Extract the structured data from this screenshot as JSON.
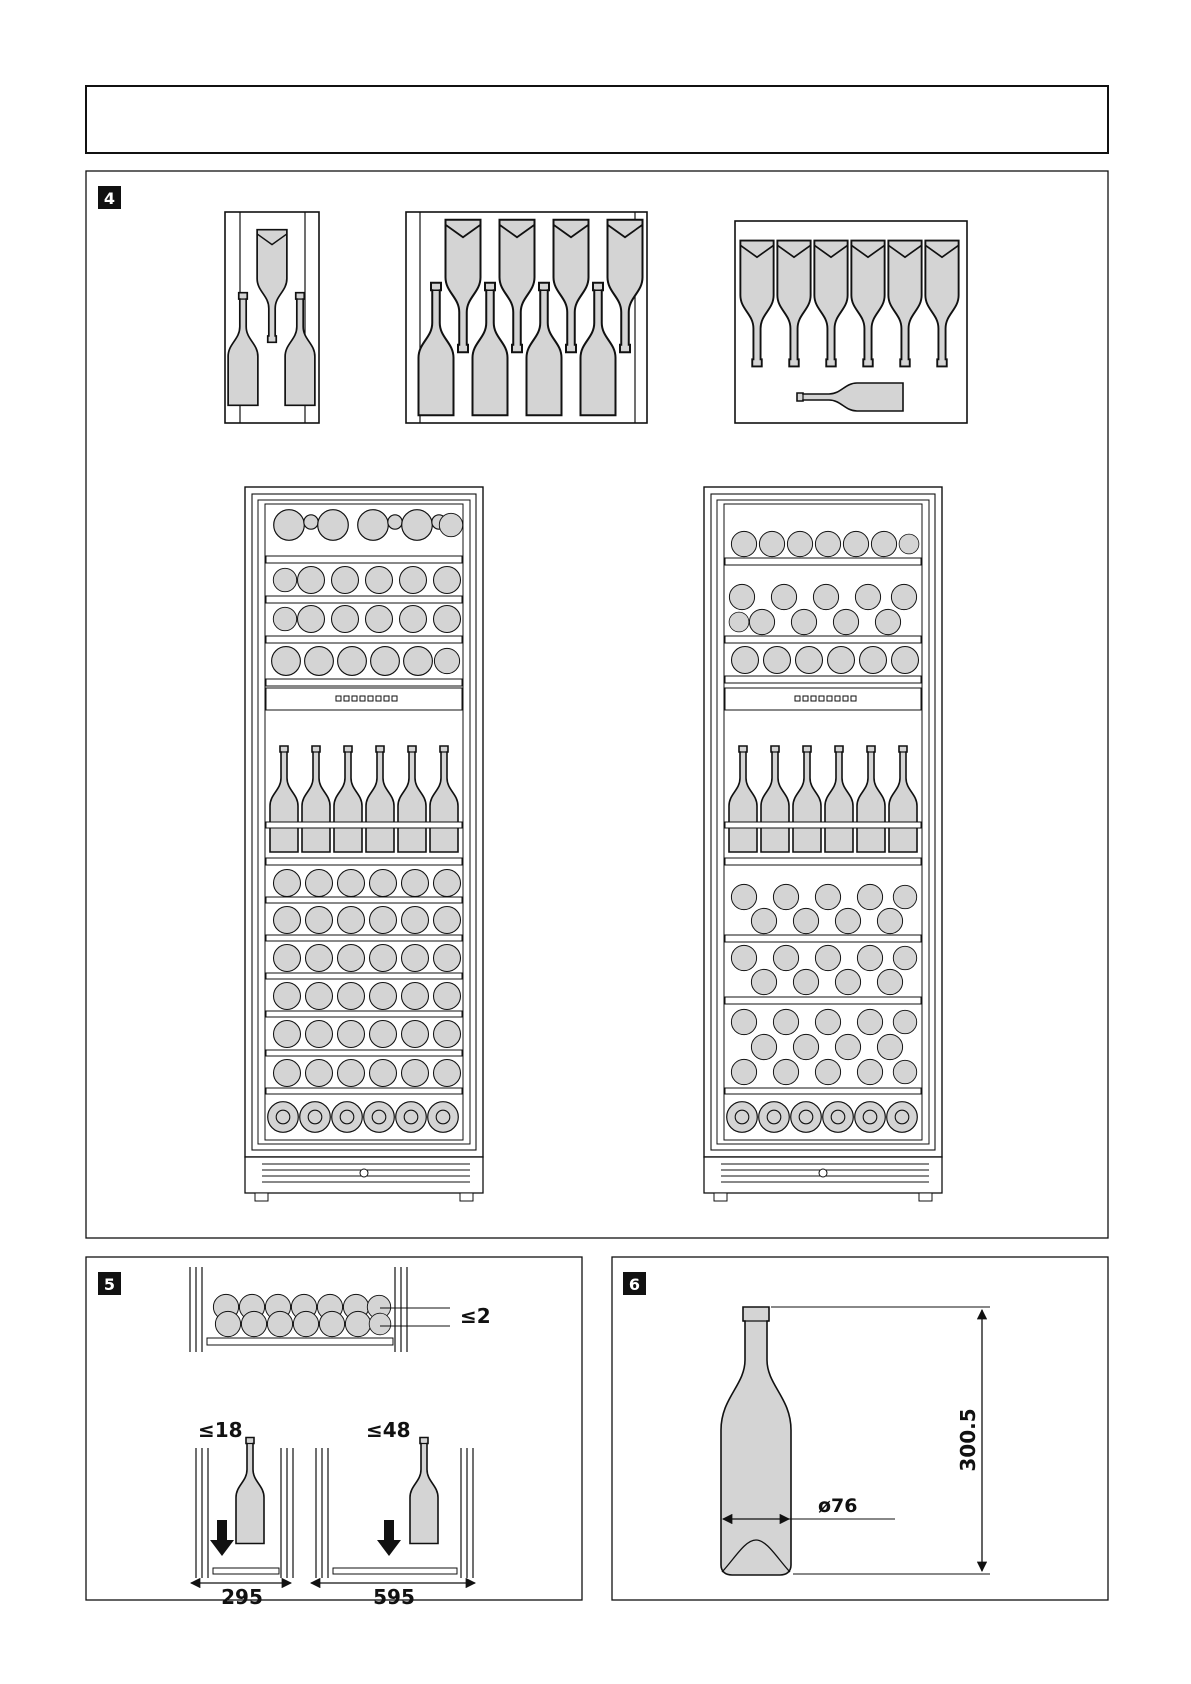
{
  "header": {
    "title": ""
  },
  "panels": {
    "four": {
      "badge": "4"
    },
    "five": {
      "badge": "5",
      "gap_label": "≤2",
      "small_clearance": "≤18",
      "large_clearance": "≤48",
      "small_width": "295",
      "large_width": "595"
    },
    "six": {
      "badge": "6",
      "height_label": "300.5",
      "diameter_label": "ø76"
    }
  },
  "colors": {
    "line": "#111111",
    "fill": "#d4d4d4",
    "badge_bg": "#111111"
  }
}
